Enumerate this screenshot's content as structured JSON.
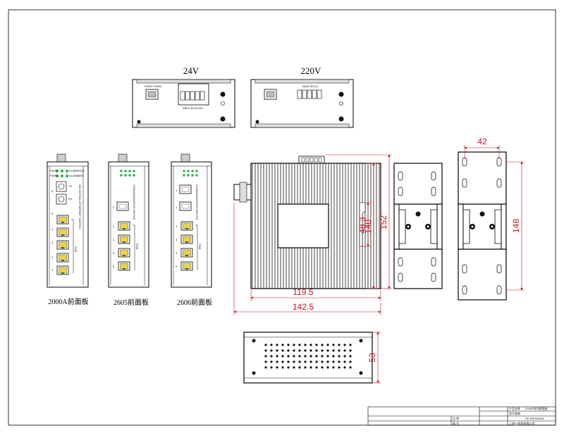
{
  "views": {
    "rear_24v": {
      "title": "24V",
      "power_label": "PWR1 PWR2",
      "input_spec": "AB02-35 DC/DV"
    },
    "rear_220v": {
      "title": "220V",
      "input_spec": "AB02-35 DC"
    },
    "front_2000a": {
      "caption": "2000A前面板",
      "led_labels": [
        "PWR1",
        "PWR2",
        "RUN",
        "SPEED",
        "ALARM",
        "LINK"
      ],
      "fiber_labels": [
        "TX",
        "RX"
      ],
      "side_text": "INDUSTRIAL ETHERNET SWITCH",
      "poe_label": "POE",
      "port_numbers": [
        "6",
        "5",
        "4",
        "3",
        "2",
        "1"
      ]
    },
    "front_2605": {
      "caption": "2605前面板",
      "side_text": "COMMUNICATION DEVICE",
      "poe_label": "POE",
      "port_numbers": [
        "2",
        "3",
        "4",
        "5",
        "6"
      ]
    },
    "front_2606": {
      "caption": "2606前面板",
      "side_text": "COMMUNICATION DEVICE",
      "poe_label": "POE",
      "port_numbers": [
        "1",
        "2",
        "3",
        "4",
        "5",
        "6"
      ]
    }
  },
  "dimensions": {
    "width_inner": "119.5",
    "width_outer": "142.5",
    "height_inner": "140",
    "height_outer": "152",
    "height_side": "48.3",
    "din_width": "42",
    "din_height": "148",
    "bottom_depth": "53"
  },
  "title_block": {
    "rows": [
      "产品名称",
      "型号规格",
      "比 例",
      "图 号"
    ],
    "values": [
      "2000E系列前面板",
      "DE-SW182B32",
      "上海***科技有限公司"
    ]
  },
  "colors": {
    "dimension": "#c0141c",
    "line": "#000000",
    "led": "#2db34a",
    "port": "#e8cf3a"
  }
}
